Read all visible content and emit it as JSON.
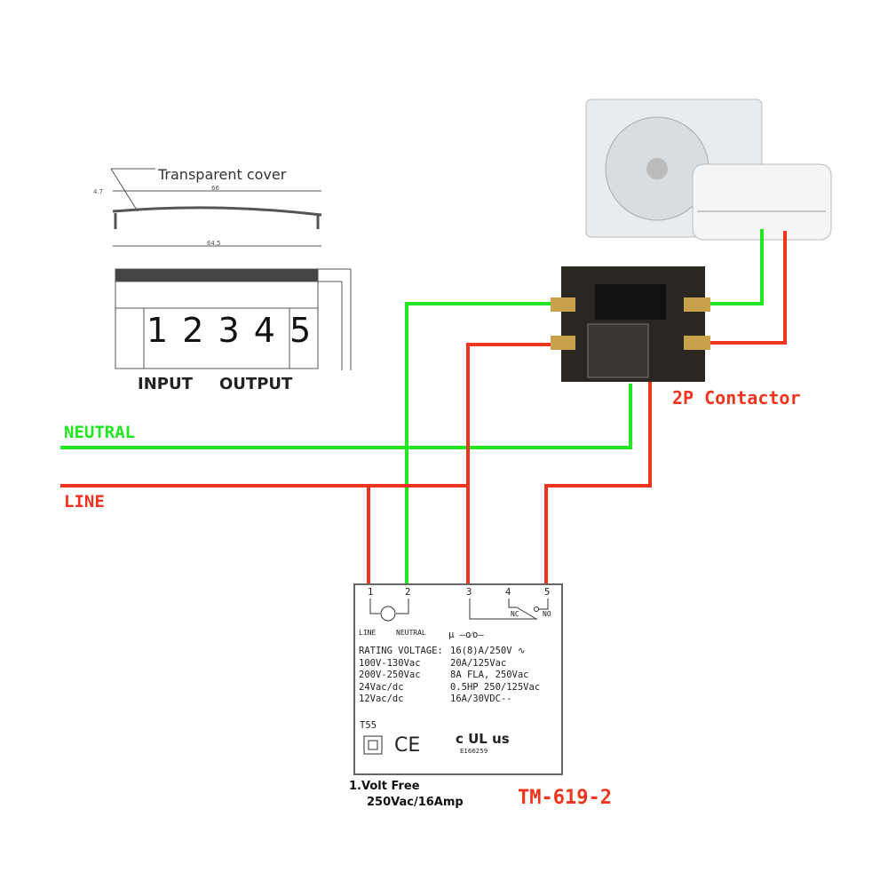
{
  "labels": {
    "neutral": "NEUTRAL",
    "line": "LINE",
    "contactor": "2P Contactor",
    "model": "TM-619-2",
    "note_line1": "1.Volt Free",
    "note_line2": "250Vac/16Amp"
  },
  "drawing": {
    "cover_label": "Transparent cover",
    "dim_top": "66",
    "dim_bottom": "64.5",
    "dim_h": "4.7",
    "terminal_numbers": "1 2 3 4 5",
    "input": "INPUT",
    "output": "OUTPUT"
  },
  "timer_label": {
    "terminals": [
      "1",
      "2",
      "3",
      "4",
      "5"
    ],
    "nc": "NC",
    "no": "NO",
    "line": "LINE",
    "neutral": "NEUTRAL",
    "rating_left": [
      "RATING VOLTAGE:",
      "100V-130Vac",
      "200V-250Vac",
      "24Vac/dc",
      "12Vac/dc"
    ],
    "rating_right": [
      "16(8)A/250V ∿",
      "20A/125Vac",
      "8A FLA, 250Vac",
      "0.5HP 250/125Vac",
      "16A/30VDC--"
    ],
    "t55": "T55",
    "ce": "CE",
    "ul": "c UL us",
    "ul_file": "E166259"
  },
  "colors": {
    "neutral": "#22e622",
    "line": "#f0341e"
  }
}
